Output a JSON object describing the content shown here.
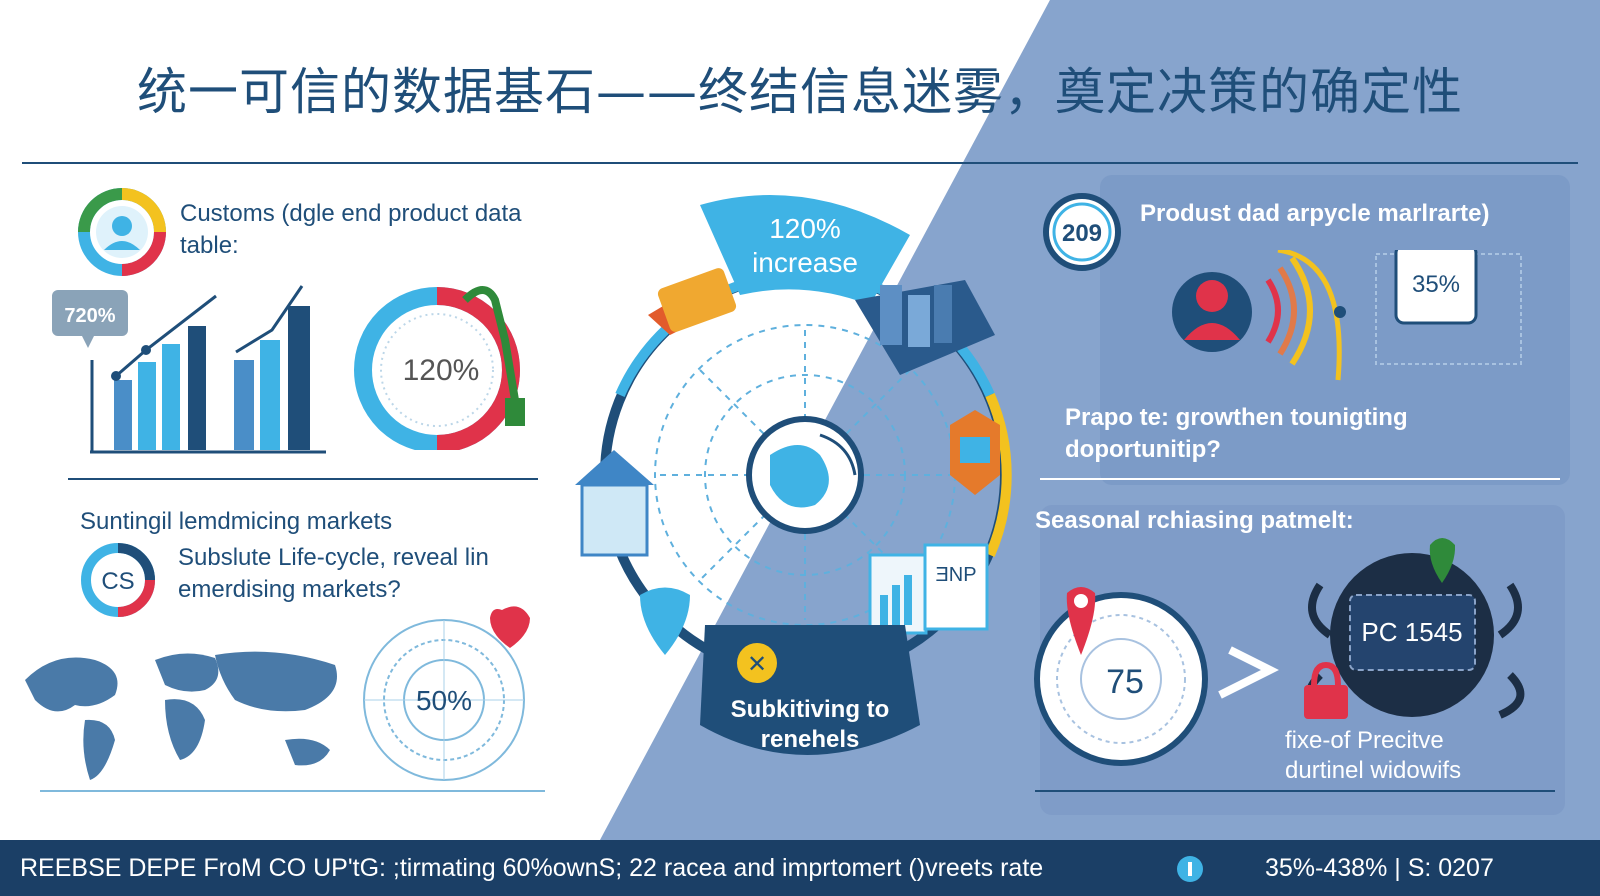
{
  "title": "统一可信的数据基石——终结信息迷雾，奠定决策的确定性",
  "colors": {
    "navy": "#1f4e79",
    "sky": "#3fb3e5",
    "accent_red": "#e0334a",
    "accent_yellow": "#f3c21f",
    "right_panel": "#7d9cc8",
    "footer": "#1b3f66"
  },
  "left": {
    "customs": {
      "label": "Customs (dgle end product data table:",
      "badge": "720%",
      "gauge": "120%"
    },
    "markets": {
      "heading": "Suntingil lemdmicing markets",
      "icon_text": "CS",
      "text": "Subslute Life-cycle, reveal lin emerdising markets?",
      "radar": "50%"
    }
  },
  "center": {
    "bubble": "120% increase",
    "doc_text": "ƎNP",
    "bottom_label": "Subkitiving to renehels",
    "x_symbol": "✕"
  },
  "right": {
    "badge_number": "209",
    "cycle_label": "Produst dad arpycle marlrarte)",
    "percent_card": "35%",
    "growth_text": "Prapo te: growthen tounigting doportunitip?",
    "seasonal_label": "Seasonal rchiasing patmelt:",
    "dial_value": "75",
    "chip_text": "PC 1545",
    "precise_text": "fixe-of Precitve durtinel widowifs"
  },
  "footer": {
    "left": "REEBSE DEPE FroM CO UP'tG: ;tirmating 60%ownS; 22 racea and imprtomert ()vreets rate",
    "right": "35%-438% | S: 0207"
  }
}
